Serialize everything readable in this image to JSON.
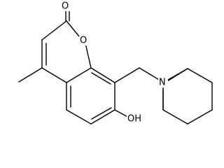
{
  "molecule": {
    "atoms": {
      "carbonyl_oxygen": "O",
      "ring_oxygen": "O",
      "amine_nitrogen": "N",
      "hydroxyl": "OH"
    }
  }
}
